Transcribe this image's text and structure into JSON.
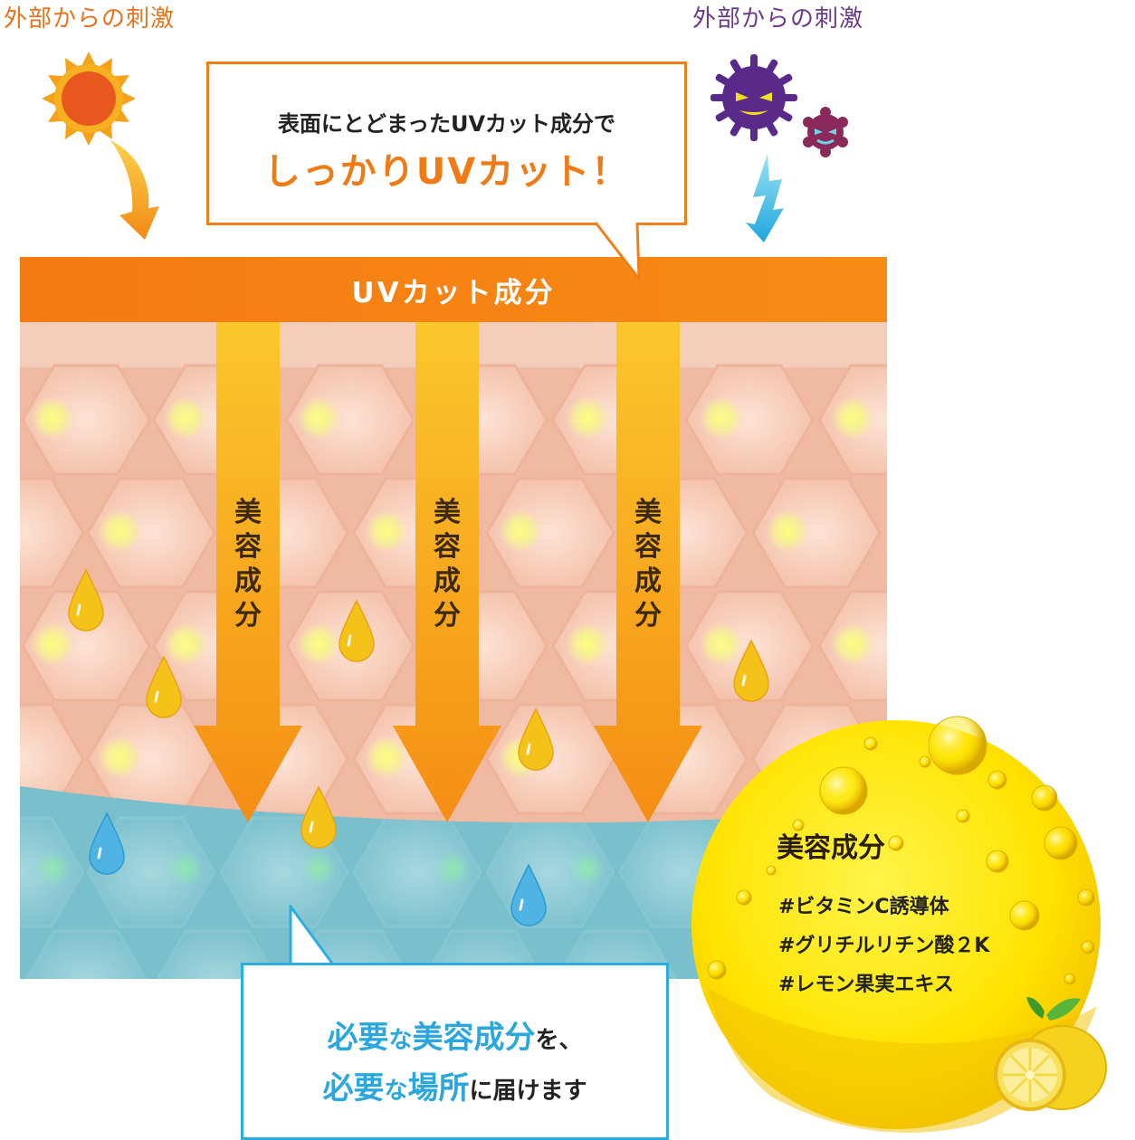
{
  "labels": {
    "left": "外部からの刺激",
    "right": "外部からの刺激"
  },
  "uv_band": {
    "label": "UVカット成分",
    "color": "#f57d13"
  },
  "arrows": [
    {
      "text": [
        "美",
        "容",
        "成",
        "分"
      ]
    },
    {
      "text": [
        "美",
        "容",
        "成",
        "分"
      ]
    },
    {
      "text": [
        "美",
        "容",
        "成",
        "分"
      ]
    }
  ],
  "bubble_top": {
    "line1": "表面にとどまったUVカット成分で",
    "line2": "しっかりUVカット！"
  },
  "bubble_bottom": {
    "line1": {
      "a": "必要",
      "b": "な",
      "c": "美容成分",
      "d": "を、"
    },
    "line2": {
      "a": "必要",
      "b": "な",
      "c": "場所",
      "d": "に届けます"
    }
  },
  "ingredients": {
    "title": "美容成分",
    "tags": [
      "#ビタミンC誘導体",
      "#グリチルリチン酸２K",
      "#レモン果実エキス"
    ]
  },
  "colors": {
    "skin": "#f3c9b4",
    "water_layer": "#7fc2cf",
    "arrow": "#f9a61a",
    "bubble_top_border": "#f07f1a",
    "bubble_bottom_border": "#2aaee0",
    "circle": "#ffe600"
  },
  "icons": [
    "sun-icon",
    "orange-arrow-icon",
    "virus-large-icon",
    "virus-small-icon",
    "lightning-icon",
    "yellow-drop-icon",
    "blue-drop-icon",
    "lemon-icon"
  ]
}
